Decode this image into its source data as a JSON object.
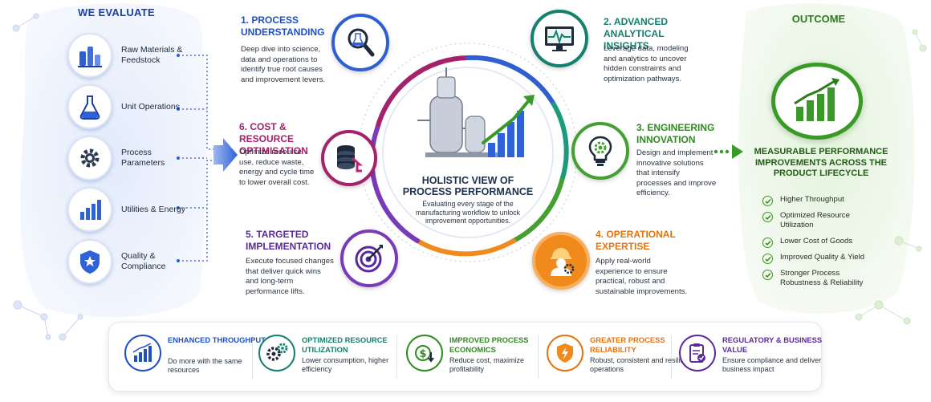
{
  "left": {
    "title": "WE EVALUATE",
    "items": [
      {
        "label": "Raw Materials & Feedstock",
        "icon": "raw-materials-icon"
      },
      {
        "label": "Unit Operations",
        "icon": "flask-icon"
      },
      {
        "label": "Process Parameters",
        "icon": "gear-icon"
      },
      {
        "label": "Utilities & Energy",
        "icon": "bar-chart-icon"
      },
      {
        "label": "Quality & Compliance",
        "icon": "shield-star-icon"
      }
    ]
  },
  "steps": [
    {
      "title": "1. PROCESS UNDERSTANDING",
      "text": "Deep dive into science, data and operations to identify true root causes and improvement levers.",
      "color": "#1f4fc6",
      "icon": "magnifier-flask-icon"
    },
    {
      "title": "2. ADVANCED ANALYTICAL INSIGHTS",
      "text": "Leverage data, modeling and analytics to uncover hidden constraints and optimization pathways.",
      "color": "#14806f",
      "icon": "monitor-pulse-icon"
    },
    {
      "title": "3. ENGINEERING INNOVATION",
      "text": "Design and implement innovative solutions that intensify processes and improve efficiency.",
      "color": "#2f8a1f",
      "icon": "lightbulb-gear-icon"
    },
    {
      "title": "4. OPERATIONAL EXPERTISE",
      "text": "Apply real-world experience to ensure practical, robust and sustainable improvements.",
      "color": "#e8730c",
      "icon": "engineer-icon"
    },
    {
      "title": "5. TARGETED IMPLEMENTATION",
      "text": "Execute focused changes that deliver quick wins and long-term performance lifts.",
      "color": "#5b2a9a",
      "icon": "target-icon"
    },
    {
      "title": "6. COST & RESOURCE OPTIMISATION",
      "text": "Optimize resource use, reduce waste, energy and cycle time to lower overall cost.",
      "color": "#a4226b",
      "icon": "coins-icon"
    }
  ],
  "center": {
    "title": "HOLISTIC VIEW OF PROCESS PERFORMANCE",
    "subtitle": "Evaluating every stage of the manufacturing workflow to unlock improvement opportunities."
  },
  "right": {
    "title": "OUTCOME",
    "heading": "MEASURABLE PERFORMANCE IMPROVEMENTS ACROSS THE PRODUCT LIFECYCLE",
    "items": [
      "Higher Throughput",
      "Optimized Resource Utilization",
      "Lower Cost of Goods",
      "Improved Quality & Yield",
      "Stronger Process Robustness & Reliability"
    ]
  },
  "benefits": [
    {
      "title": "ENHANCED THROUGHPUT",
      "text": "Do more with the same resources",
      "color": "#1f4fc6",
      "icon": "trend-bars-icon"
    },
    {
      "title": "OPTIMIZED RESOURCE UTILIZATION",
      "text": "Lower consumption, higher efficiency",
      "color": "#14806f",
      "icon": "gears-icon"
    },
    {
      "title": "IMPROVED PROCESS ECONOMICS",
      "text": "Reduce cost, maximize profitability",
      "color": "#2f8a1f",
      "icon": "dollar-down-icon"
    },
    {
      "title": "GREATER PROCESS RELIABILITY",
      "text": "Robust, consistent and resilient operations",
      "color": "#e8730c",
      "icon": "shield-bolt-icon"
    },
    {
      "title": "REGULATORY & BUSINESS VALUE",
      "text": "Ensure compliance and deliver business impact",
      "color": "#5b2a9a",
      "icon": "clipboard-check-icon"
    }
  ]
}
